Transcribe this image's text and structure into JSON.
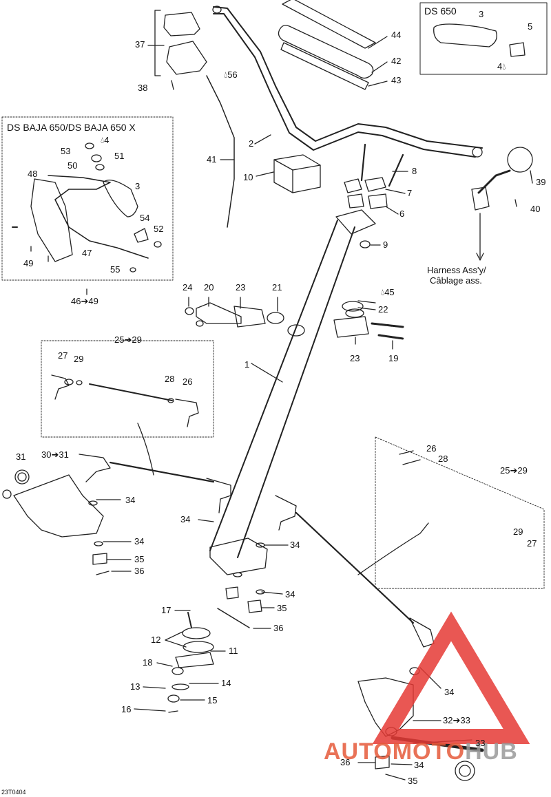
{
  "insets": {
    "top_right_title": "DS 650",
    "left_title": "DS BAJA 650/DS BAJA 650 X"
  },
  "harness_label": [
    "Harness Ass'y/",
    "Câblage ass."
  ],
  "drawing_code": "23T0404",
  "watermark": {
    "text_a": "AUTO",
    "text_b": "MOTO",
    "text_c": "HUB",
    "color_a": "#e65a3a",
    "color_b": "#9a9a9a",
    "triangle_color": "#e53935"
  },
  "labels": [
    {
      "id": "37",
      "text": "37"
    },
    {
      "id": "38",
      "text": "38"
    },
    {
      "id": "56",
      "text": "56"
    },
    {
      "id": "44",
      "text": "44"
    },
    {
      "id": "42",
      "text": "42"
    },
    {
      "id": "43",
      "text": "43"
    },
    {
      "id": "3a",
      "text": "3"
    },
    {
      "id": "5",
      "text": "5"
    },
    {
      "id": "4a",
      "text": "4"
    },
    {
      "id": "2",
      "text": "2"
    },
    {
      "id": "41",
      "text": "41"
    },
    {
      "id": "10",
      "text": "10"
    },
    {
      "id": "8",
      "text": "8"
    },
    {
      "id": "7",
      "text": "7"
    },
    {
      "id": "6",
      "text": "6"
    },
    {
      "id": "9",
      "text": "9"
    },
    {
      "id": "39",
      "text": "39"
    },
    {
      "id": "40",
      "text": "40"
    },
    {
      "id": "53",
      "text": "53"
    },
    {
      "id": "4b",
      "text": "4"
    },
    {
      "id": "50",
      "text": "50"
    },
    {
      "id": "51",
      "text": "51"
    },
    {
      "id": "48",
      "text": "48"
    },
    {
      "id": "3b",
      "text": "3"
    },
    {
      "id": "54",
      "text": "54"
    },
    {
      "id": "52",
      "text": "52"
    },
    {
      "id": "49",
      "text": "49"
    },
    {
      "id": "47",
      "text": "47"
    },
    {
      "id": "55",
      "text": "55"
    },
    {
      "id": "46r49",
      "text": "46➔49"
    },
    {
      "id": "24",
      "text": "24"
    },
    {
      "id": "20",
      "text": "20"
    },
    {
      "id": "23a",
      "text": "23"
    },
    {
      "id": "21",
      "text": "21"
    },
    {
      "id": "45",
      "text": "45"
    },
    {
      "id": "22",
      "text": "22"
    },
    {
      "id": "23b",
      "text": "23"
    },
    {
      "id": "19",
      "text": "19"
    },
    {
      "id": "1",
      "text": "1"
    },
    {
      "id": "25r29a",
      "text": "25➔29"
    },
    {
      "id": "27a",
      "text": "27"
    },
    {
      "id": "29a",
      "text": "29"
    },
    {
      "id": "28a",
      "text": "28"
    },
    {
      "id": "26a",
      "text": "26"
    },
    {
      "id": "31",
      "text": "31"
    },
    {
      "id": "30r31",
      "text": "30➔31"
    },
    {
      "id": "34a",
      "text": "34"
    },
    {
      "id": "34b",
      "text": "34"
    },
    {
      "id": "34c",
      "text": "34"
    },
    {
      "id": "35a",
      "text": "35"
    },
    {
      "id": "36a",
      "text": "36"
    },
    {
      "id": "34d",
      "text": "34"
    },
    {
      "id": "34e",
      "text": "34"
    },
    {
      "id": "35b",
      "text": "35"
    },
    {
      "id": "36b",
      "text": "36"
    },
    {
      "id": "17",
      "text": "17"
    },
    {
      "id": "12",
      "text": "12"
    },
    {
      "id": "11",
      "text": "11"
    },
    {
      "id": "18",
      "text": "18"
    },
    {
      "id": "14",
      "text": "14"
    },
    {
      "id": "13",
      "text": "13"
    },
    {
      "id": "15",
      "text": "15"
    },
    {
      "id": "16",
      "text": "16"
    },
    {
      "id": "26b",
      "text": "26"
    },
    {
      "id": "28b",
      "text": "28"
    },
    {
      "id": "25r29b",
      "text": "25➔29"
    },
    {
      "id": "29b",
      "text": "29"
    },
    {
      "id": "27b",
      "text": "27"
    },
    {
      "id": "34f",
      "text": "34"
    },
    {
      "id": "32r33",
      "text": "32➔33"
    },
    {
      "id": "33",
      "text": "33"
    },
    {
      "id": "36c",
      "text": "36"
    },
    {
      "id": "34g",
      "text": "34"
    },
    {
      "id": "35c",
      "text": "35"
    }
  ]
}
